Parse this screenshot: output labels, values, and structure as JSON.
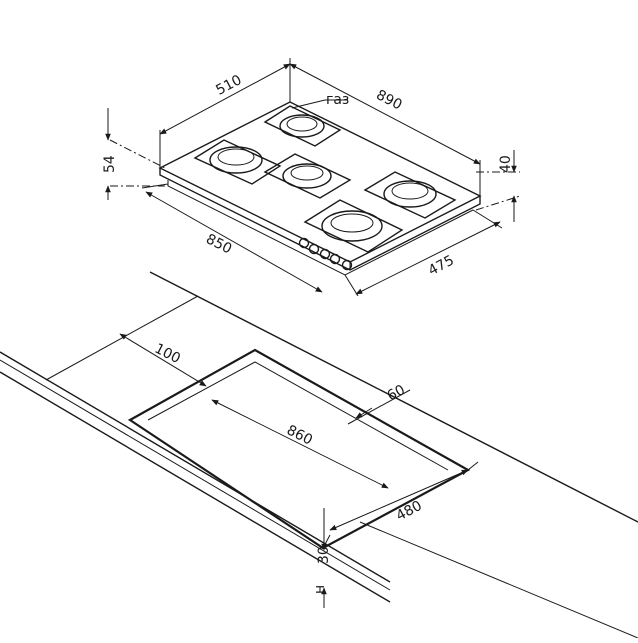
{
  "hob": {
    "depth": "510",
    "width": "890",
    "height_left": "54",
    "height_right": "40",
    "base_width": "850",
    "base_depth": "475",
    "gas_label": "газ",
    "burner_count": 5,
    "knob_count": 5
  },
  "cutout": {
    "offset_back": "100",
    "offset_side": "60",
    "width": "860",
    "depth": "480",
    "countertop_thickness": "30",
    "countertop_label_prefix": "н"
  }
}
